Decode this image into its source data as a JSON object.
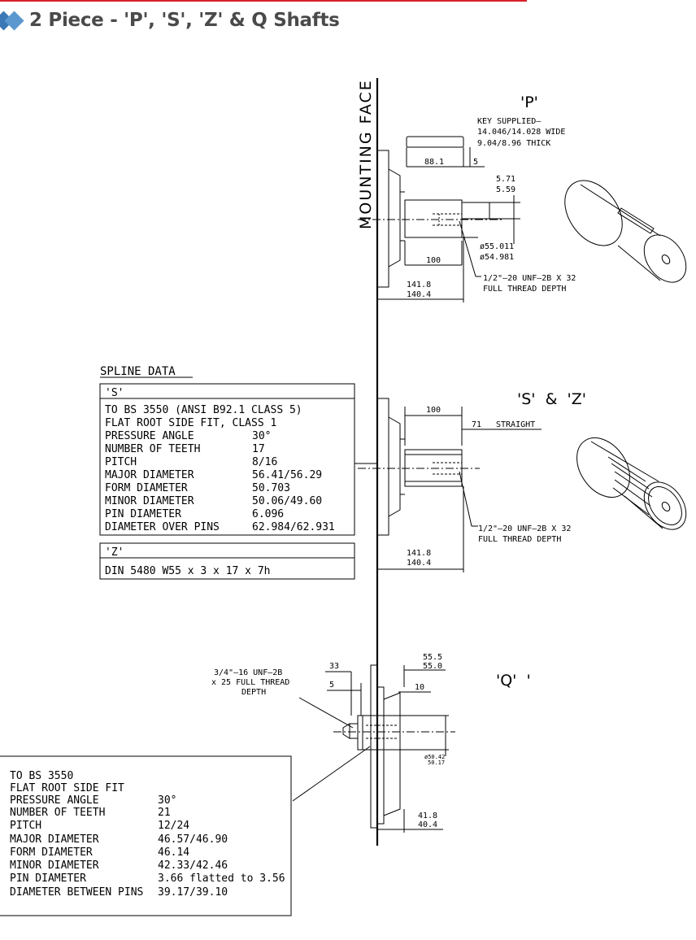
{
  "header": {
    "title": "2 Piece - 'P', 'S', 'Z' & Q Shafts",
    "accent_color": "#d9202a",
    "icon_colors": [
      "#3a78b6",
      "#5b98d0"
    ]
  },
  "mounting_face_label": "MOUNTING FACE",
  "shaft_p": {
    "label": "'P'",
    "key_note": [
      "KEY SUPPLIED–",
      "14.046/14.028 WIDE",
      "9.04/8.96 THICK"
    ],
    "dim_key_length": "88.1",
    "dim_key_offset": "5",
    "dim_key_height": [
      "5.71",
      "5.59"
    ],
    "dim_diameter": [
      "ø55.011",
      "ø54.981"
    ],
    "dim_length": "100",
    "dim_overall": [
      "141.8",
      "140.4"
    ],
    "thread_note": [
      "1/2\"–20 UNF–2B X 32",
      "FULL THREAD DEPTH"
    ]
  },
  "shaft_sz": {
    "label": "'S'  &  'Z'",
    "dim_length": "100",
    "dim_straight": "71",
    "straight_label": "STRAIGHT",
    "dim_overall": [
      "141.8",
      "140.4"
    ],
    "thread_note": [
      "1/2\"–20 UNF–2B X 32",
      "FULL THREAD DEPTH"
    ]
  },
  "spline_data": {
    "heading": "SPLINE DATA",
    "s_title": "'S'",
    "s_lines": [
      "TO BS 3550 (ANSI B92.1 CLASS 5)",
      "FLAT ROOT SIDE FIT, CLASS 1"
    ],
    "s_rows": [
      {
        "k": "PRESSURE ANGLE",
        "v": "30°"
      },
      {
        "k": "NUMBER OF TEETH",
        "v": "17"
      },
      {
        "k": "PITCH",
        "v": "8/16"
      },
      {
        "k": "MAJOR DIAMETER",
        "v": "56.41/56.29"
      },
      {
        "k": "FORM DIAMETER",
        "v": "50.703"
      },
      {
        "k": "MINOR DIAMETER",
        "v": "50.06/49.60"
      },
      {
        "k": "PIN DIAMETER",
        "v": "6.096"
      },
      {
        "k": "DIAMETER OVER PINS",
        "v": "62.984/62.931"
      }
    ],
    "z_title": "'Z'",
    "z_line": "DIN 5480 W55 x 3 x 17 x 7h"
  },
  "shaft_q": {
    "label": "'Q'  '",
    "thread_note": [
      "3/4\"–16 UNF–2B",
      "x 25 FULL THREAD",
      "DEPTH"
    ],
    "dim_33": "33",
    "dim_5": "5",
    "dim_10": "10",
    "dim_55": [
      "55.5",
      "55.0"
    ],
    "dim_diameter": [
      "ø50.42",
      "50.17"
    ],
    "dim_overall": [
      "41.8",
      "40.4"
    ],
    "spline_lines": [
      "TO BS 3550",
      "FLAT ROOT SIDE FIT"
    ],
    "spline_rows": [
      {
        "k": "PRESSURE ANGLE",
        "v": "30°"
      },
      {
        "k": "NUMBER OF TEETH",
        "v": "21"
      },
      {
        "k": "PITCH",
        "v": "12/24"
      },
      {
        "k": "MAJOR DIAMETER",
        "v": "46.57/46.90"
      },
      {
        "k": "FORM DIAMETER",
        "v": "46.14"
      },
      {
        "k": "MINOR DIAMETER",
        "v": "42.33/42.46"
      },
      {
        "k": "PIN DIAMETER",
        "v": "3.66 flatted to 3.56"
      },
      {
        "k": "DIAMETER BETWEEN PINS",
        "v": "39.17/39.10"
      }
    ]
  }
}
